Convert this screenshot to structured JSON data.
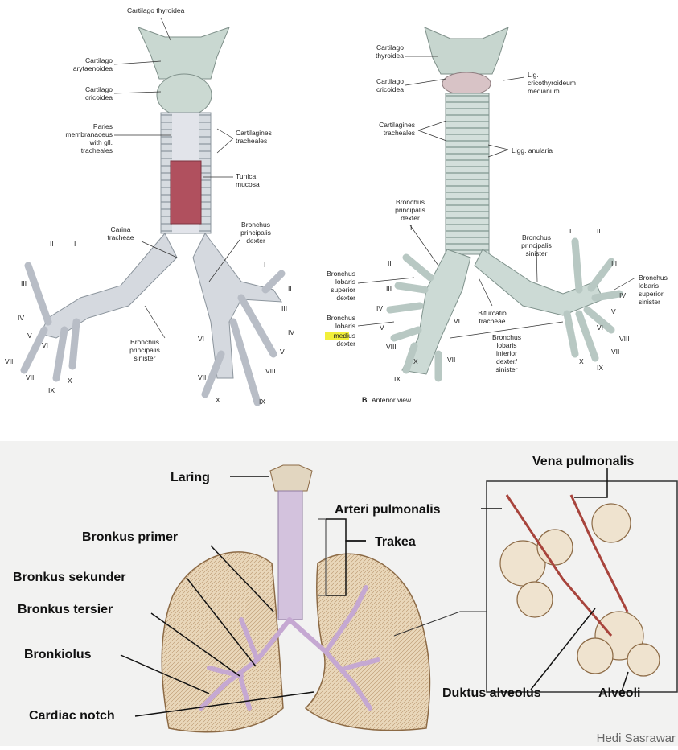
{
  "panel_a": {
    "labels": {
      "cartilago_thyroidea": "Cartilago thyroidea",
      "cartilago_arytaenoidea": [
        "Cartilago",
        "arytaenoidea"
      ],
      "cartilago_cricoidea": [
        "Cartilago",
        "cricoidea"
      ],
      "paries_membranaceus": [
        "Paries",
        "membranaceus",
        "with gll.",
        "tracheales"
      ],
      "cartilagines_tracheales": [
        "Cartilagines",
        "tracheales"
      ],
      "tunica_mucosa": [
        "Tunica",
        "mucosa"
      ],
      "carina_tracheae": [
        "Carina",
        "tracheae"
      ],
      "bronchus_principalis_dexter": [
        "Bronchus",
        "principalis",
        "dexter"
      ],
      "bronchus_principalis_sinister": [
        "Bronchus",
        "principalis",
        "sinister"
      ]
    },
    "numerals": [
      "II",
      "I",
      "III",
      "IV",
      "V",
      "VI",
      "VIII",
      "VII",
      "IX",
      "X",
      "I",
      "II",
      "III",
      "IV",
      "V",
      "VI",
      "VII",
      "VIII",
      "X",
      "IX"
    ]
  },
  "panel_b": {
    "labels": {
      "cartilago_thyroidea": [
        "Cartilago",
        "thyroidea"
      ],
      "cartilago_cricoidea": [
        "Cartilago",
        "cricoidea"
      ],
      "lig_cricothyroideum": [
        "Lig.",
        "cricothyroideum",
        "medianum"
      ],
      "cartilagines_tracheales": [
        "Cartilagines",
        "tracheales"
      ],
      "ligg_anularia": "Ligg. anularia",
      "bronchus_principalis_dexter": [
        "Bronchus",
        "principalis",
        "dexter"
      ],
      "bronchus_principalis_sinister": [
        "Bronchus",
        "principalis",
        "sinister"
      ],
      "bronchus_lobaris_superior_dexter": [
        "Bronchus",
        "lobaris",
        "superior",
        "dexter"
      ],
      "bronchus_lobaris_superior_sinister": [
        "Bronchus",
        "lobaris",
        "superior",
        "sinister"
      ],
      "bronchus_lobaris_medius_dexter": [
        "Bronchus",
        "lobaris",
        "medius",
        "dexter"
      ],
      "bifurcatio_tracheae": [
        "Bifurcatio",
        "tracheae"
      ],
      "bronchus_lobaris_inferior": [
        "Bronchus",
        "lobaris",
        "inferior",
        "dexter/",
        "sinister"
      ]
    },
    "caption_letter": "B",
    "caption_text": "Anterior view.",
    "numerals": [
      "I",
      "II",
      "III",
      "IV",
      "V",
      "VI",
      "VII",
      "VIII",
      "IX",
      "X",
      "I",
      "II",
      "III",
      "IV",
      "V",
      "VI",
      "VII",
      "VIII",
      "X",
      "IX"
    ]
  },
  "panel_c": {
    "labels": {
      "laring": "Laring",
      "vena_pulmonalis": "Vena pulmonalis",
      "arteri_pulmonalis": "Arteri pulmonalis",
      "bronkus_primer": "Bronkus primer",
      "trakea": "Trakea",
      "bronkus_sekunder": "Bronkus sekunder",
      "bronkus_tersier": "Bronkus tersier",
      "bronkiolus": "Bronkiolus",
      "cardiac_notch": "Cardiac notch",
      "duktus_alveolus": "Duktus alveolus",
      "alveoli": "Alveoli"
    },
    "credit": "Hedi Sasrawar"
  },
  "colors": {
    "trachea_fill": "#d9dee3",
    "cartilage_fill": "#c7d6cf",
    "mucosa_fill": "#b0505e",
    "lung_fill": "#e8d3b4",
    "lung_edge": "#8c6a45",
    "bronchi_fill": "#c5a8d2",
    "alveoli_fill": "#efe3cf",
    "lower_bg": "#f2f2f1"
  }
}
